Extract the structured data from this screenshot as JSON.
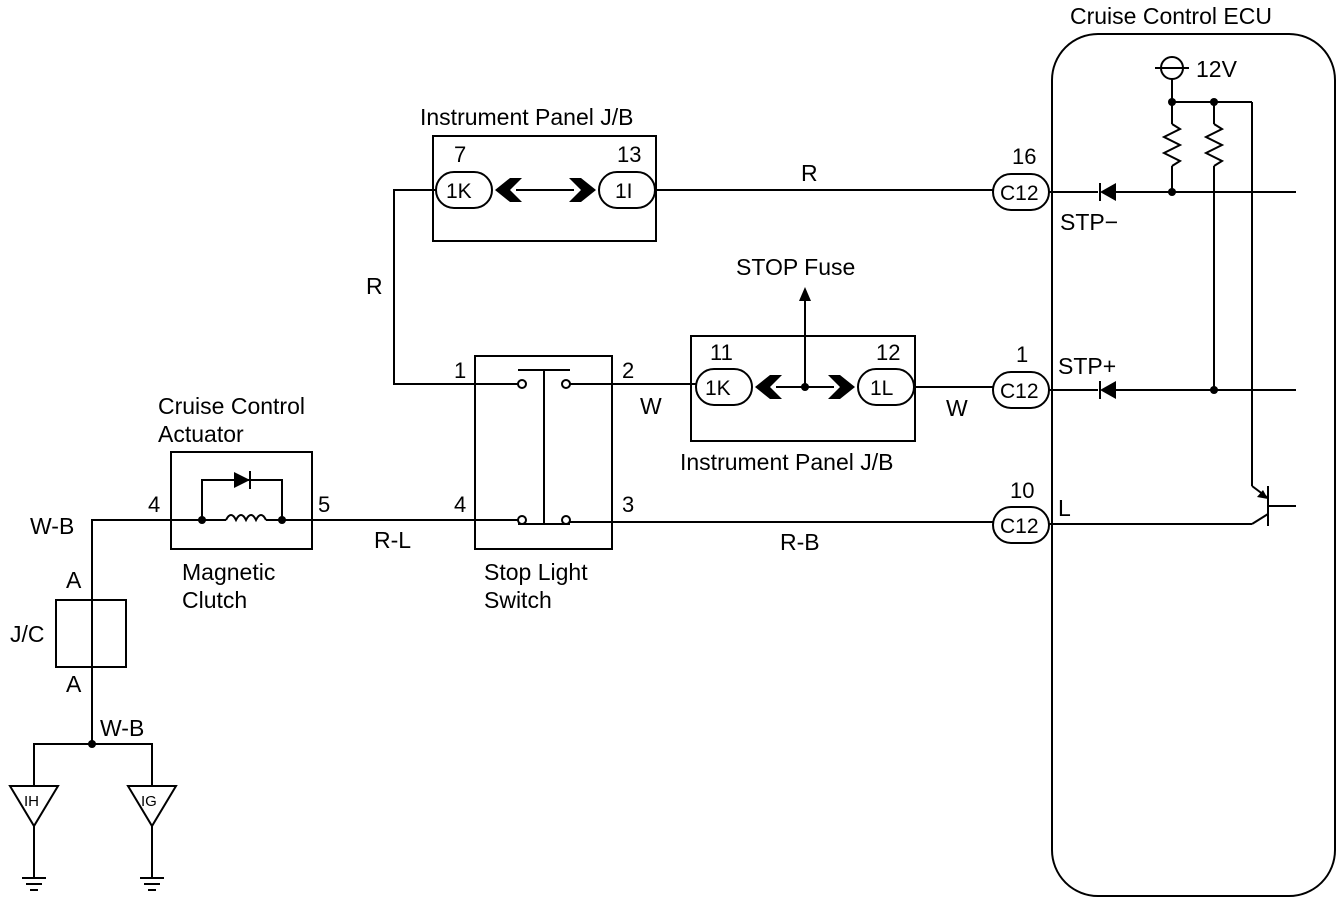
{
  "ecu": {
    "title": "Cruise Control ECU",
    "supply": "12V",
    "stp_minus": "STP−",
    "stp_plus": "STP+",
    "l": "L"
  },
  "connectors": {
    "c16": {
      "pin": "16",
      "name": "C12"
    },
    "c1": {
      "pin": "1",
      "name": "C12"
    },
    "c10": {
      "pin": "10",
      "name": "C12"
    }
  },
  "jb_top": {
    "title": "Instrument Panel J/B",
    "left_pin": "7",
    "left_name": "1K",
    "right_pin": "13",
    "right_name": "1I"
  },
  "jb_mid": {
    "title": "Instrument Panel J/B",
    "left_pin": "11",
    "left_name": "1K",
    "right_pin": "12",
    "right_name": "1L"
  },
  "stop_fuse": "STOP Fuse",
  "stop_light_switch": {
    "label_line1": "Stop Light",
    "label_line2": "Switch",
    "pin1": "1",
    "pin2": "2",
    "pin3": "3",
    "pin4": "4"
  },
  "actuator": {
    "title_line1": "Cruise Control",
    "title_line2": "Actuator",
    "pin4": "4",
    "pin5": "5",
    "sub_line1": "Magnetic",
    "sub_line2": "Clutch"
  },
  "wires": {
    "r_top": "R",
    "r_left": "R",
    "w_left": "W",
    "w_right": "W",
    "rl": "R-L",
    "rb": "R-B",
    "wb_top": "W-B",
    "wb_bottom": "W-B"
  },
  "jc": {
    "label": "J/C",
    "top": "A",
    "bottom": "A"
  },
  "grounds": {
    "ih": "IH",
    "ig": "IG"
  }
}
